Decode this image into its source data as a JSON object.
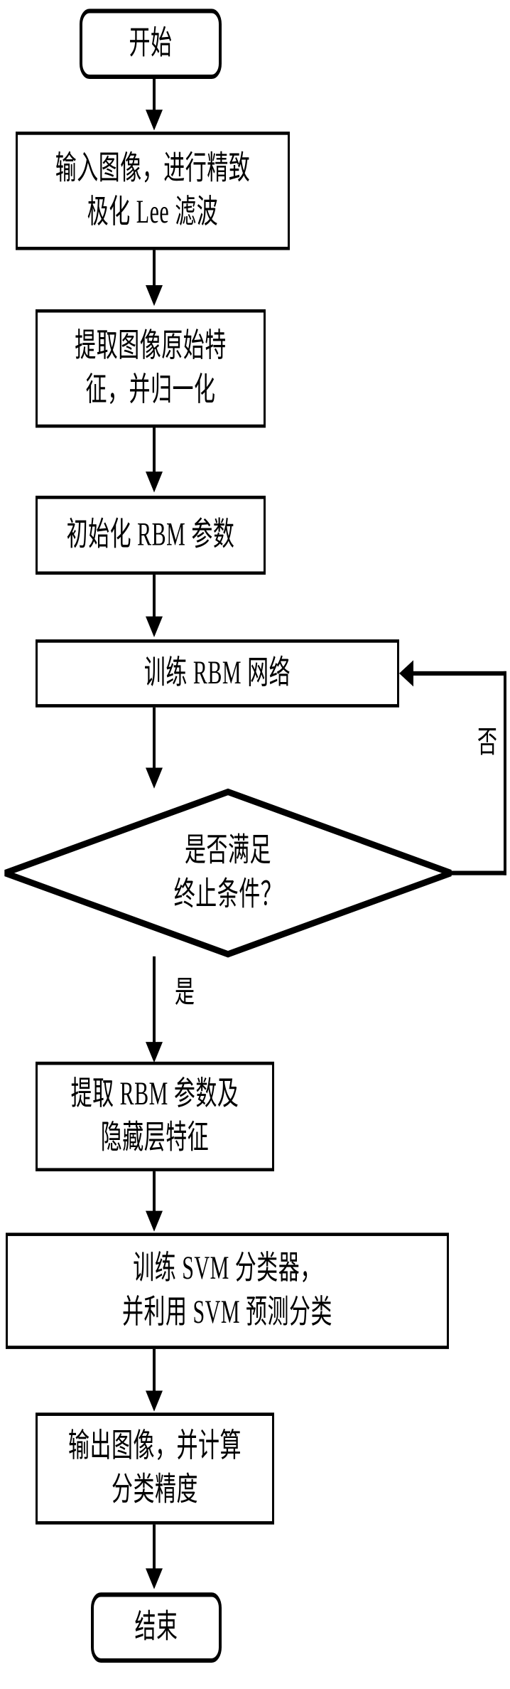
{
  "diagram": {
    "type": "flowchart",
    "title": "PolSAR image classification flowchart (RBM + SVM)",
    "orientation": "top-to-bottom",
    "nodes": [
      {
        "id": "start",
        "shape": "terminator",
        "label": "开始"
      },
      {
        "id": "preprocess",
        "shape": "process",
        "label": "输入图像，进行精致\n极化 Lee 滤波"
      },
      {
        "id": "features",
        "shape": "process",
        "label": "提取图像原始特\n征，并归一化"
      },
      {
        "id": "init-rbm",
        "shape": "process",
        "label": "初始化 RBM 参数"
      },
      {
        "id": "train-rbm",
        "shape": "process",
        "label": "训练 RBM 网络"
      },
      {
        "id": "decision",
        "shape": "decision",
        "label": "是否满足\n终止条件？"
      },
      {
        "id": "extract-rbm",
        "shape": "process",
        "label": "提取 RBM 参数及\n隐藏层特征"
      },
      {
        "id": "svm",
        "shape": "process",
        "label": "训练 SVM 分类器，\n并利用 SVM 预测分类"
      },
      {
        "id": "output",
        "shape": "process",
        "label": "输出图像，并计算\n分类精度"
      },
      {
        "id": "end",
        "shape": "terminator",
        "label": "结束"
      }
    ],
    "edges": [
      {
        "from": "start",
        "to": "preprocess",
        "label": ""
      },
      {
        "from": "preprocess",
        "to": "features",
        "label": ""
      },
      {
        "from": "features",
        "to": "init-rbm",
        "label": ""
      },
      {
        "from": "init-rbm",
        "to": "train-rbm",
        "label": ""
      },
      {
        "from": "train-rbm",
        "to": "decision",
        "label": ""
      },
      {
        "from": "decision",
        "to": "train-rbm",
        "label": "否"
      },
      {
        "from": "decision",
        "to": "extract-rbm",
        "label": "是"
      },
      {
        "from": "extract-rbm",
        "to": "svm",
        "label": ""
      },
      {
        "from": "svm",
        "to": "output",
        "label": ""
      },
      {
        "from": "output",
        "to": "end",
        "label": ""
      }
    ],
    "edge_labels": {
      "no": "否",
      "yes": "是"
    },
    "colors": {
      "stroke": "#000000",
      "fill": "#ffffff",
      "text": "#000000"
    }
  }
}
